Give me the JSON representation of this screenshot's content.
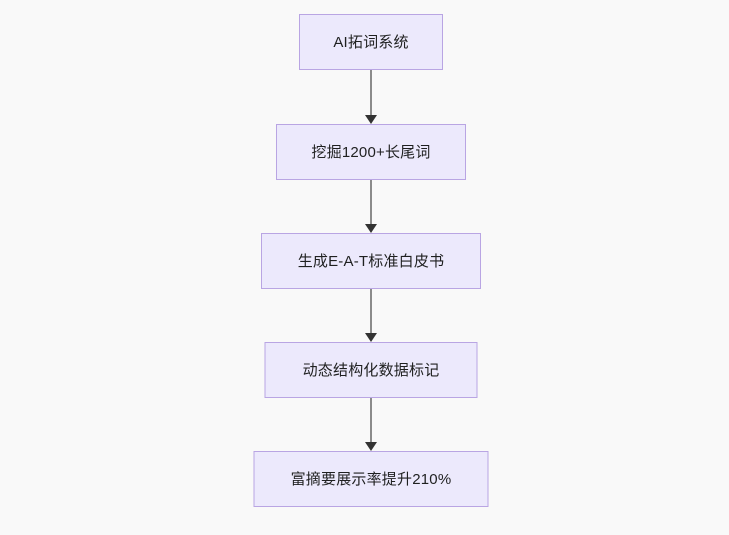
{
  "diagram": {
    "type": "flowchart",
    "direction": "top-to-bottom",
    "background_color": "#f9f9f9",
    "node_fill_color": "#ece9fc",
    "node_border_color": "#b9a5e3",
    "node_text_color": "#1f2020",
    "edge_line_color": "#8b8b8b",
    "edge_arrow_color": "#333333",
    "nodes": [
      {
        "id": "n1",
        "label": "AI拓词系统"
      },
      {
        "id": "n2",
        "label": "挖掘1200+长尾词"
      },
      {
        "id": "n3",
        "label": "生成E-A-T标准白皮书"
      },
      {
        "id": "n4",
        "label": "动态结构化数据标记"
      },
      {
        "id": "n5",
        "label": "富摘要展示率提升210%"
      }
    ],
    "edges": [
      {
        "id": "e1",
        "from": "n1",
        "to": "n2",
        "arrow": "arrow-down-icon"
      },
      {
        "id": "e2",
        "from": "n2",
        "to": "n3",
        "arrow": "arrow-down-icon"
      },
      {
        "id": "e3",
        "from": "n3",
        "to": "n4",
        "arrow": "arrow-down-icon"
      },
      {
        "id": "e4",
        "from": "n4",
        "to": "n5",
        "arrow": "arrow-down-icon"
      }
    ]
  }
}
